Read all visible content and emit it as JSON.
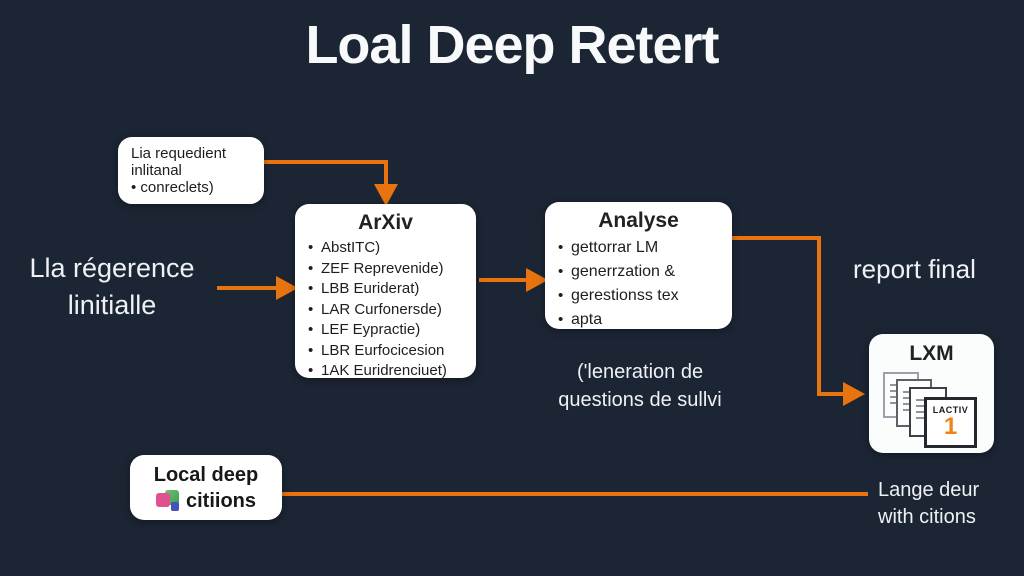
{
  "title": "Loal Deep Retert",
  "colors": {
    "background": "#1c2534",
    "accent_orange": "#e8740f",
    "box_background": "#ffffff",
    "box_text": "#1e1e1e",
    "light_text": "#eef1f5",
    "doc_number_orange": "#ef8318"
  },
  "boxes": {
    "request": {
      "lines": {
        "0": "Lia requedient",
        "1": "inlitanal",
        "2": "• conreclets)"
      }
    },
    "arxiv": {
      "title": "ArXiv",
      "bullets": {
        "0": "AbstITC)",
        "1": "ZEF Reprevenide)",
        "2": "LBB Euriderat)",
        "3": "LAR Curfonersde)",
        "4": "LEF Eypractie)",
        "5": "LBR Eurfocicesion",
        "6": "1AK Euridrenciuet)"
      }
    },
    "analyse": {
      "title": "Analyse",
      "bullets": {
        "0": "gettorrar LM",
        "1": "generrzation &",
        "2": "gerestionss tex",
        "3": "apta"
      }
    },
    "lxm": {
      "title": "LXM",
      "doc_label": "LACTIV",
      "doc_number": "1"
    },
    "local": {
      "line1": "Local deep",
      "line2": "citiions"
    }
  },
  "labels": {
    "reference": {
      "line1": "Lla régerence",
      "line2": "linitialle"
    },
    "report": "report final",
    "generation": {
      "line1": "('leneration de",
      "line2": "questions de sullvi"
    },
    "lange": {
      "line1": "Lange deur",
      "line2": "with citions"
    }
  },
  "icons": {
    "chat_logo": "colorful-chat-logo",
    "document_stack": "document-stack"
  }
}
